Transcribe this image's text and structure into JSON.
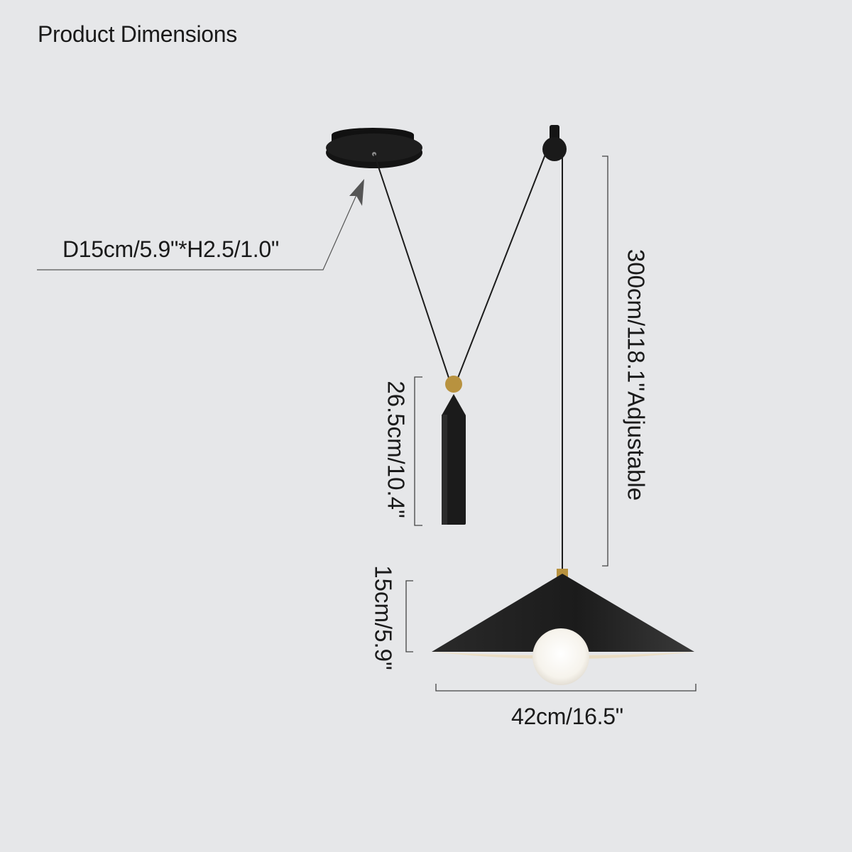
{
  "title": "Product Dimensions",
  "dimensions": {
    "canopy": "D15cm/5.9\"*H2.5/1.0\"",
    "cable_length": "300cm/118.1\"Adjustable",
    "counterweight": "26.5cm/10.4\"",
    "shade_height": "15cm/5.9\"",
    "shade_width": "42cm/16.5\""
  },
  "colors": {
    "background": "#e6e7e9",
    "lamp_black": "#1b1b1b",
    "brass": "#b8923f",
    "dimension_line": "#444444"
  }
}
